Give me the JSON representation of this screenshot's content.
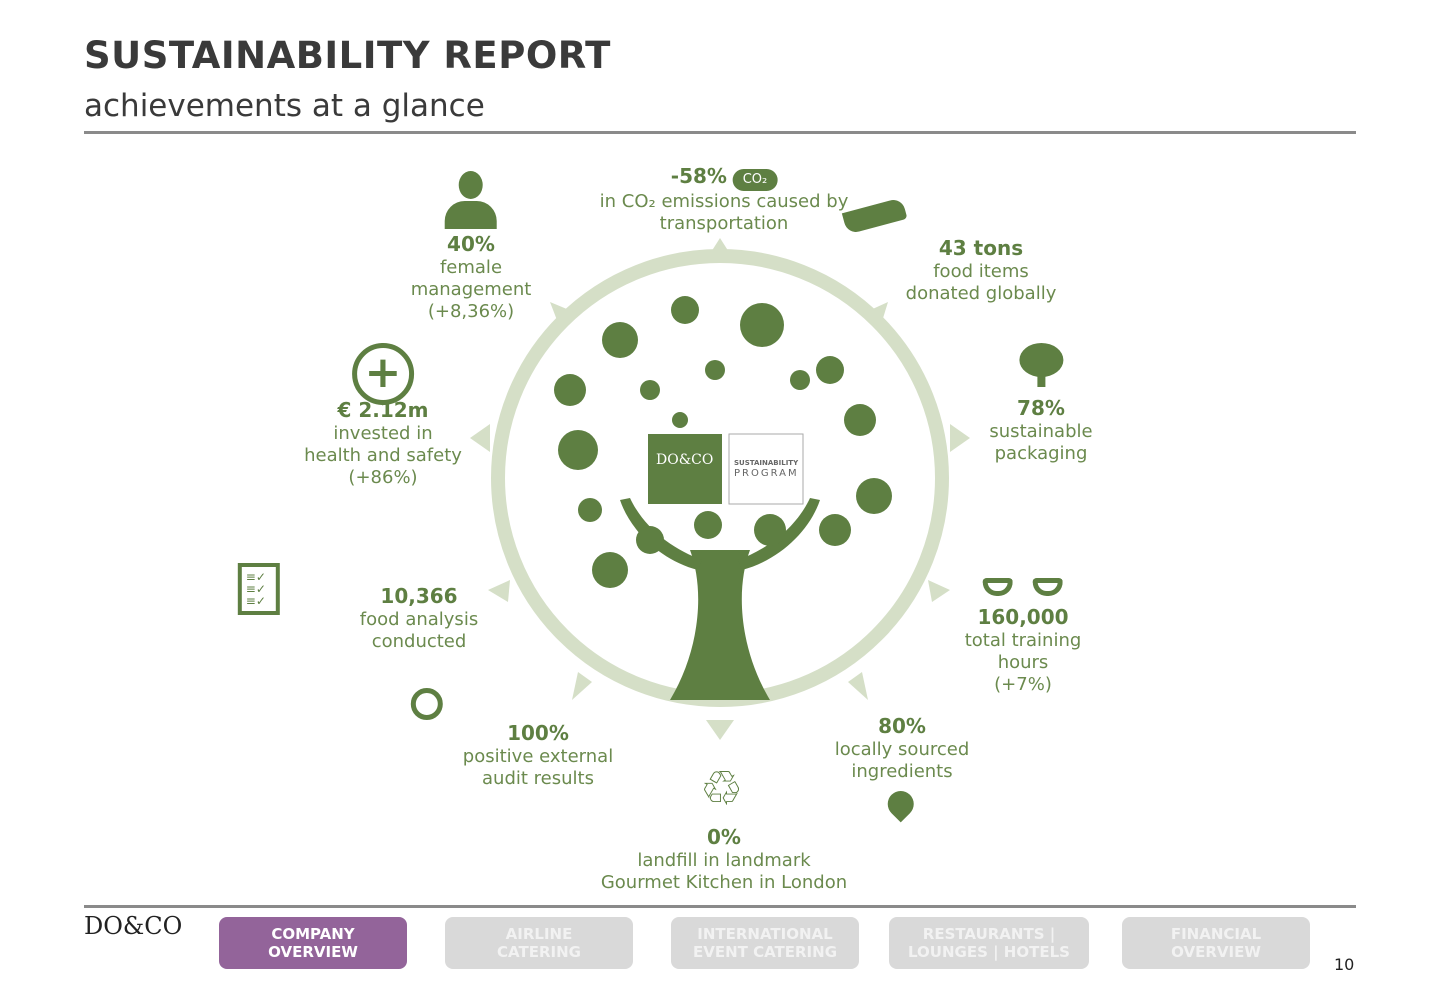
{
  "header": {
    "title": "SUSTAINABILITY REPORT",
    "subtitle": "achievements at a glance"
  },
  "center": {
    "logo": "DO&CO",
    "program_line1": "SUSTAINABILITY",
    "program_line2": "PROGRAM"
  },
  "stats": [
    {
      "value": "-58%",
      "label1": "in CO₂ emissions caused by",
      "label2": "transportation",
      "icon": "co2-cloud-icon",
      "badge": "CO₂"
    },
    {
      "value": "43 tons",
      "label1": "food items",
      "label2": "donated globally",
      "icon": "giving-hand-icon"
    },
    {
      "value": "78%",
      "label1": "sustainable",
      "label2": "packaging",
      "icon": "tree-icon"
    },
    {
      "value": "160,000",
      "label1": "total training",
      "label2": "hours",
      "label3": "(+7%)",
      "icon": "glasses-icon"
    },
    {
      "value": "80%",
      "label1": "locally sourced",
      "label2": "ingredients",
      "icon": "location-pin-icon"
    },
    {
      "value": "0%",
      "label1": "landfill in landmark",
      "label2": "Gourmet Kitchen in London",
      "icon": "recycle-icon"
    },
    {
      "value": "100%",
      "label1": "positive external",
      "label2": "audit results",
      "icon": "magnifier-icon"
    },
    {
      "value": "10,366",
      "label1": "food analysis",
      "label2": "conducted",
      "icon": "checklist-icon"
    },
    {
      "value": "€ 2.12m",
      "label1": "invested in",
      "label2": "health and safety",
      "label3": "(+86%)",
      "icon": "medical-cross-icon"
    },
    {
      "value": "40%",
      "label1": "female",
      "label2": "management",
      "label3": "(+8,36%)",
      "icon": "woman-icon"
    }
  ],
  "footer": {
    "logo": "DO&CO",
    "page": "10",
    "nav": [
      "COMPANY|OVERVIEW",
      "AIRLINE|CATERING",
      "INTERNATIONAL|EVENT CATERING",
      "RESTAURANTS ||LOUNGES | HOTELS",
      "FINANCIAL|OVERVIEW"
    ],
    "nav1a": "COMPANY",
    "nav1b": "OVERVIEW",
    "nav2a": "AIRLINE",
    "nav2b": "CATERING",
    "nav3a": "INTERNATIONAL",
    "nav3b": "EVENT CATERING",
    "nav4a": "RESTAURANTS |",
    "nav4b": "LOUNGES | HOTELS",
    "nav5a": "FINANCIAL",
    "nav5b": "OVERVIEW"
  },
  "colors": {
    "green": "#5e7f42",
    "ring": "#d5dfc7",
    "purple": "#93649a"
  }
}
